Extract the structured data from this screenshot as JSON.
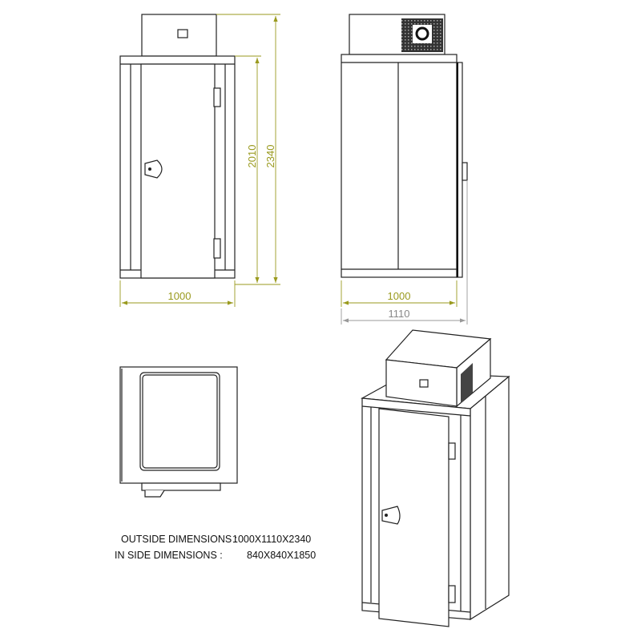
{
  "colors": {
    "dimension": "#9a9a1e",
    "dimension_secondary": "#888888",
    "line": "#222222"
  },
  "front_view": {
    "width_label": "1000",
    "height_label": "2010",
    "total_height_label": "2340"
  },
  "side_view": {
    "depth_label": "1000",
    "total_depth_label": "1110"
  },
  "specs": {
    "outside_label": "OUTSIDE DIMENSIONS :",
    "outside_value": "1000X1110X2340",
    "inside_label": "IN SIDE DIMENSIONS :",
    "inside_value": "840X840X1850"
  }
}
